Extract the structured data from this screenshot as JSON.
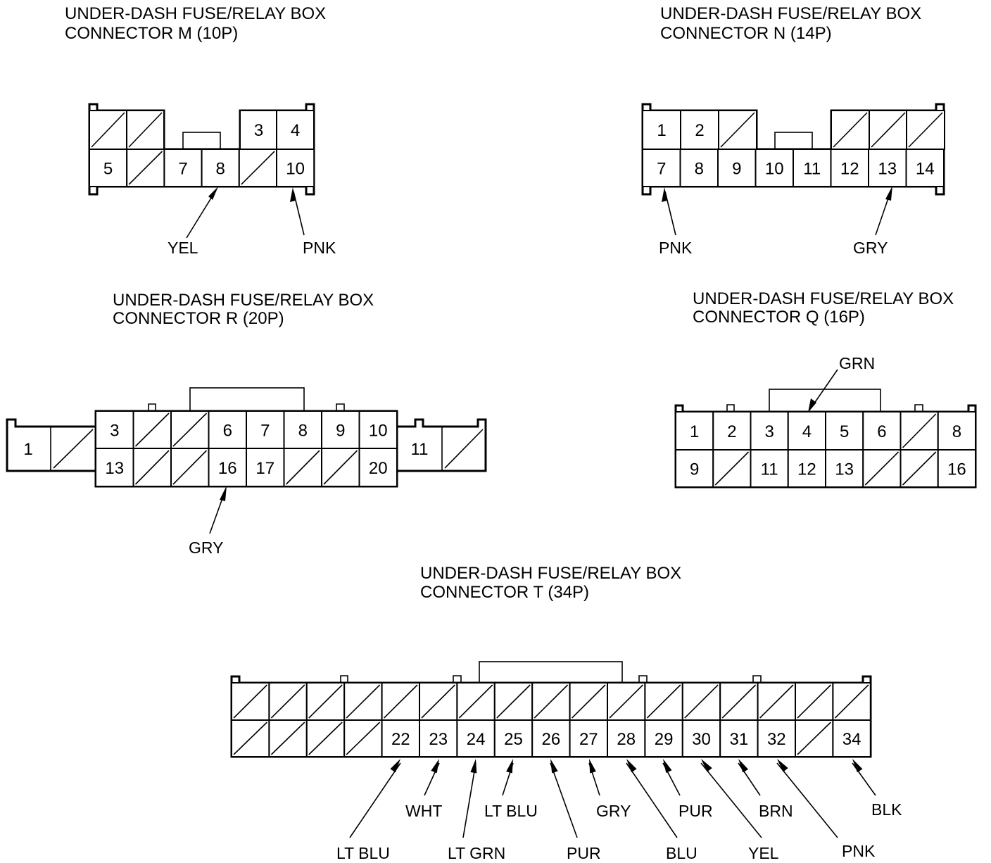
{
  "connectors": [
    {
      "id": "M",
      "title_line1": "UNDER-DASH FUSE/RELAY BOX",
      "title_line2": "CONNECTOR M (10P)",
      "top_row": [
        null,
        null,
        "3",
        "4"
      ],
      "bottom_row": [
        "5",
        null,
        "7",
        "8",
        null,
        "10"
      ],
      "wires": [
        {
          "pin": "8",
          "color": "YEL"
        },
        {
          "pin": "10",
          "color": "PNK"
        }
      ]
    },
    {
      "id": "N",
      "title_line1": "UNDER-DASH FUSE/RELAY BOX",
      "title_line2": "CONNECTOR N (14P)",
      "top_row": [
        "1",
        "2",
        null,
        null,
        null,
        null
      ],
      "bottom_row": [
        "7",
        "8",
        "9",
        "10",
        "11",
        "12",
        "13",
        "14"
      ],
      "wires": [
        {
          "pin": "7",
          "color": "PNK"
        },
        {
          "pin": "13",
          "color": "GRY"
        }
      ]
    },
    {
      "id": "R",
      "title_line1": "UNDER-DASH FUSE/RELAY BOX",
      "title_line2": "CONNECTOR R (20P)",
      "left_block": [
        "1",
        null
      ],
      "right_block": [
        "11",
        null
      ],
      "top_row": [
        "3",
        null,
        null,
        "6",
        "7",
        "8",
        "9",
        "10"
      ],
      "bottom_row": [
        "13",
        null,
        null,
        "16",
        "17",
        null,
        null,
        "20"
      ],
      "wires": [
        {
          "pin": "16",
          "color": "GRY"
        }
      ]
    },
    {
      "id": "Q",
      "title_line1": "UNDER-DASH FUSE/RELAY BOX",
      "title_line2": "CONNECTOR Q (16P)",
      "top_row": [
        "1",
        "2",
        "3",
        "4",
        "5",
        "6",
        null,
        "8"
      ],
      "bottom_row": [
        "9",
        null,
        "11",
        "12",
        "13",
        null,
        null,
        "16"
      ],
      "wires": [
        {
          "pin": "4",
          "color": "GRN"
        }
      ]
    },
    {
      "id": "T",
      "title_line1": "UNDER-DASH FUSE/RELAY BOX",
      "title_line2": "CONNECTOR T (34P)",
      "top_row": [
        null,
        null,
        null,
        null,
        null,
        null,
        null,
        null,
        null,
        null,
        null,
        null,
        null,
        null,
        null,
        null,
        null
      ],
      "bottom_row": [
        null,
        null,
        null,
        null,
        "22",
        "23",
        "24",
        "25",
        "26",
        "27",
        "28",
        "29",
        "30",
        "31",
        "32",
        null,
        "34"
      ],
      "wires": [
        {
          "pin": "22",
          "color": "LT BLU"
        },
        {
          "pin": "23",
          "color": "WHT"
        },
        {
          "pin": "24",
          "color": "LT GRN"
        },
        {
          "pin": "25",
          "color": "LT BLU"
        },
        {
          "pin": "26",
          "color": "PUR"
        },
        {
          "pin": "27",
          "color": "GRY"
        },
        {
          "pin": "28",
          "color": "BLU"
        },
        {
          "pin": "29",
          "color": "PUR"
        },
        {
          "pin": "30",
          "color": "YEL"
        },
        {
          "pin": "31",
          "color": "BRN"
        },
        {
          "pin": "32",
          "color": "PNK"
        },
        {
          "pin": "34",
          "color": "BLK"
        }
      ]
    }
  ]
}
